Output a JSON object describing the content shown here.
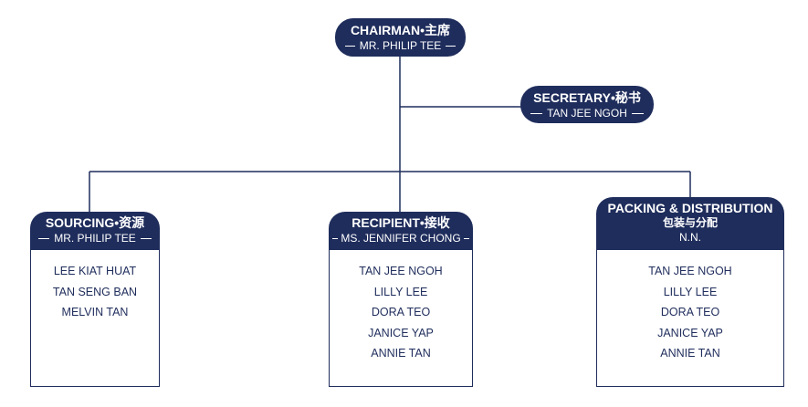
{
  "colors": {
    "primary": "#1f2d5c",
    "background": "#ffffff"
  },
  "chairman": {
    "title": "CHAIRMAN•主席",
    "name": "MR. PHILIP TEE"
  },
  "secretary": {
    "title": "SECRETARY•秘书",
    "name": "TAN JEE NGOH"
  },
  "departments": [
    {
      "title": "SOURCING•资源",
      "head": "MR. PHILIP TEE",
      "members": [
        "LEE KIAT HUAT",
        "TAN SENG BAN",
        "MELVIN TAN"
      ]
    },
    {
      "title": "RECIPIENT•接收",
      "head": "MS. JENNIFER CHONG",
      "members": [
        "TAN JEE NGOH",
        "LILLY LEE",
        "DORA TEO",
        "JANICE YAP",
        "ANNIE TAN"
      ]
    },
    {
      "title": "PACKING & DISTRIBUTION",
      "title_cn": "包装与分配",
      "head": "N.N.",
      "members": [
        "TAN JEE NGOH",
        "LILLY LEE",
        "DORA TEO",
        "JANICE YAP",
        "ANNIE TAN"
      ]
    }
  ]
}
